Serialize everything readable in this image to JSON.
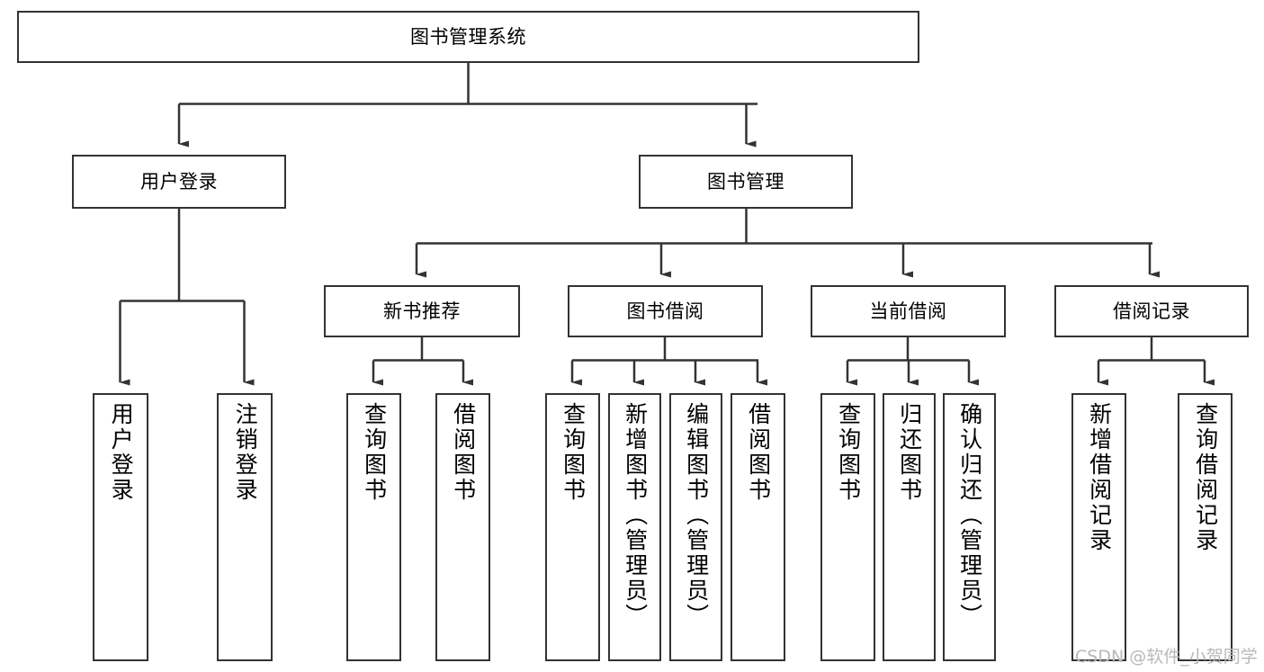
{
  "diagram": {
    "type": "tree",
    "title": "图书管理系统",
    "orientation": "top-down",
    "colors": {
      "box_border": "#333333",
      "box_fill": "#ffffff",
      "edge": "#333333",
      "text": "#000000",
      "watermark": "#b8b8b8",
      "background": "#ffffff"
    },
    "root": {
      "label": "图书管理系统"
    },
    "level1": [
      {
        "label": "用户登录"
      },
      {
        "label": "图书管理"
      }
    ],
    "level2": [
      {
        "label": "新书推荐"
      },
      {
        "label": "图书借阅"
      },
      {
        "label": "当前借阅"
      },
      {
        "label": "借阅记录"
      }
    ],
    "leaves": {
      "user_login": [
        {
          "label": "用户登录"
        },
        {
          "label": "注销登录"
        }
      ],
      "new_book_recommend": [
        {
          "label": "查询图书"
        },
        {
          "label": "借阅图书"
        }
      ],
      "book_borrow": [
        {
          "label": "查询图书"
        },
        {
          "label": "新增图书（管理员）"
        },
        {
          "label": "编辑图书（管理员）"
        },
        {
          "label": "借阅图书"
        }
      ],
      "current_borrow": [
        {
          "label": "查询图书"
        },
        {
          "label": "归还图书"
        },
        {
          "label": "确认归还（管理员）"
        }
      ],
      "borrow_record": [
        {
          "label": "新增借阅记录"
        },
        {
          "label": "查询借阅记录"
        }
      ]
    },
    "watermark": "CSDN @软件_小贺同学"
  }
}
